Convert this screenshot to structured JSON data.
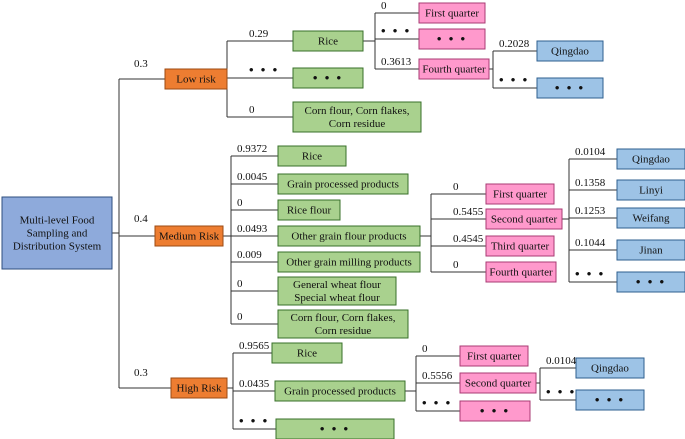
{
  "root": {
    "label": [
      "Multi-level Food",
      "Sampling and",
      "Distribution System"
    ]
  },
  "risks": [
    {
      "label": "Low risk",
      "weight": "0.3"
    },
    {
      "label": "Medium Risk",
      "weight": "0.4"
    },
    {
      "label": "High Risk",
      "weight": "0.3"
    }
  ],
  "low": {
    "items": [
      {
        "label": [
          "Rice"
        ],
        "weight": "0.29"
      },
      {
        "label": [
          "• • •"
        ],
        "weight": "• • •"
      },
      {
        "label": [
          "Corn flour, Corn flakes,",
          "Corn residue"
        ],
        "weight": "0"
      }
    ],
    "quarters": [
      {
        "label": "First quarter",
        "weight": "0"
      },
      {
        "label": "• • •",
        "weight": "• • •"
      },
      {
        "label": "Fourth quarter",
        "weight": "0.3613"
      }
    ],
    "cities": [
      {
        "label": "Qingdao",
        "weight": "0.2028"
      },
      {
        "label": "• • •",
        "weight": "• • •"
      }
    ]
  },
  "medium": {
    "items": [
      {
        "label": [
          "Rice"
        ],
        "weight": "0.9372"
      },
      {
        "label": [
          "Grain processed products"
        ],
        "weight": "0.0045"
      },
      {
        "label": [
          "Rice flour"
        ],
        "weight": "0"
      },
      {
        "label": [
          "Other grain flour products"
        ],
        "weight": "0.0493"
      },
      {
        "label": [
          "Other grain milling products"
        ],
        "weight": "0.009"
      },
      {
        "label": [
          "General wheat flour",
          "Special wheat flour"
        ],
        "weight": "0"
      },
      {
        "label": [
          "Corn flour, Corn flakes,",
          "Corn residue"
        ],
        "weight": "0"
      }
    ],
    "quarters": [
      {
        "label": "First quarter",
        "weight": "0"
      },
      {
        "label": "Second quarter",
        "weight": "0.5455"
      },
      {
        "label": "Third quarter",
        "weight": "0.4545"
      },
      {
        "label": "Fourth quarter",
        "weight": "0"
      }
    ],
    "cities": [
      {
        "label": "Qingdao",
        "weight": "0.0104"
      },
      {
        "label": "Linyi",
        "weight": "0.1358"
      },
      {
        "label": "Weifang",
        "weight": "0.1253"
      },
      {
        "label": "Jinan",
        "weight": "0.1044"
      },
      {
        "label": "• • •",
        "weight": "• • •"
      }
    ]
  },
  "high": {
    "items": [
      {
        "label": [
          "Rice"
        ],
        "weight": "0.9565"
      },
      {
        "label": [
          "Grain processed products"
        ],
        "weight": "0.0435"
      },
      {
        "label": [
          "• • •"
        ],
        "weight": "• • •"
      }
    ],
    "quarters": [
      {
        "label": "First quarter",
        "weight": "0"
      },
      {
        "label": "Second quarter",
        "weight": "0.5556"
      },
      {
        "label": "• • •",
        "weight": "• • •"
      }
    ],
    "cities": [
      {
        "label": "Qingdao",
        "weight": "0.0104"
      },
      {
        "label": "• • •",
        "weight": "• • •"
      }
    ]
  },
  "colors": {
    "root": "#8eaadb",
    "risk": "#ed7d31",
    "item": "#a9d18e",
    "quarter": "#ff99cc",
    "city": "#9dc3e6"
  }
}
